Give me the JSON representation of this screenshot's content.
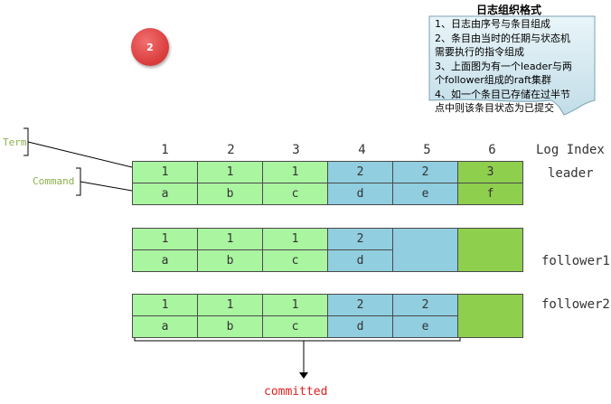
{
  "badge": "2",
  "note": {
    "title": "日志组织格式",
    "lines": [
      "1、日志由序号与条目组成",
      "2、条目由当时的任期与状态机",
      "需要执行的指令组成",
      "3、上面图为有一个leader与两",
      "个follower组成的raft集群",
      "4、如一个条目已存储在过半节",
      "点中则该条目状态为已提交"
    ]
  },
  "labels": {
    "term": "Term",
    "command": "Command",
    "log_index": "Log Index",
    "committed": "committed"
  },
  "indices": [
    "1",
    "2",
    "3",
    "4",
    "5",
    "6"
  ],
  "rows": [
    {
      "name": "leader",
      "terms": [
        "1",
        "1",
        "1",
        "2",
        "2",
        "3"
      ],
      "commands": [
        "a",
        "b",
        "c",
        "d",
        "e",
        "f"
      ],
      "colors": [
        "green",
        "green",
        "green",
        "blue",
        "blue",
        "dark"
      ]
    },
    {
      "name": "follower1",
      "terms": [
        "1",
        "1",
        "1",
        "2",
        "",
        ""
      ],
      "commands": [
        "a",
        "b",
        "c",
        "d",
        "",
        ""
      ],
      "colors": [
        "green",
        "green",
        "green",
        "blue",
        "blue",
        "dark"
      ]
    },
    {
      "name": "follower2",
      "terms": [
        "1",
        "1",
        "1",
        "2",
        "2",
        ""
      ],
      "commands": [
        "a",
        "b",
        "c",
        "d",
        "e",
        ""
      ],
      "colors": [
        "green",
        "green",
        "green",
        "blue",
        "blue",
        "dark"
      ]
    }
  ],
  "colors": {
    "green": "#aaf5a0",
    "blue": "#90cee0",
    "dark": "#8fcf4e",
    "committed": "#e02020",
    "badge": "#d93a3a"
  }
}
